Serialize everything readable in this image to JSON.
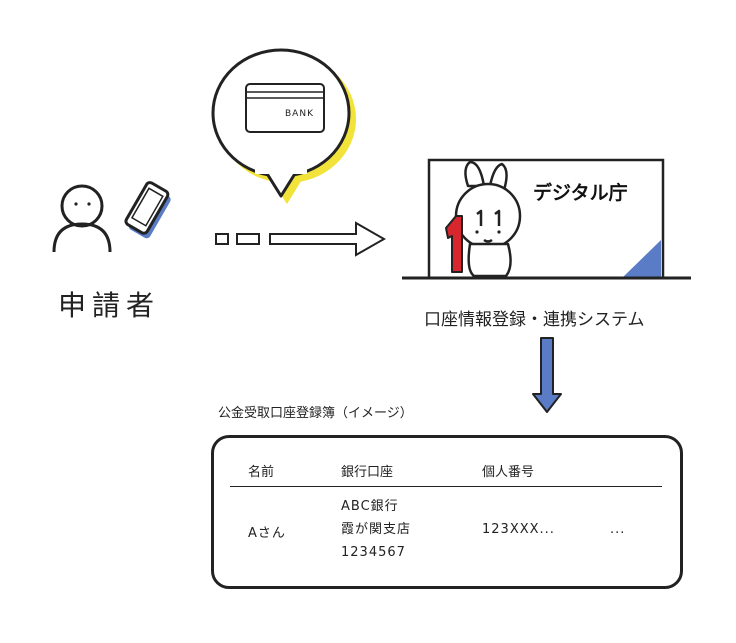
{
  "applicant": {
    "label": "申請者"
  },
  "card": {
    "text": "BANK"
  },
  "agency": {
    "name": "デジタル庁",
    "mascot_number": "1"
  },
  "system": {
    "label": "口座情報登録・連携システム"
  },
  "ledger": {
    "title": "公金受取口座登録簿（イメージ）",
    "headers": [
      "名前",
      "銀行口座",
      "個人番号"
    ],
    "row": {
      "name": "Aさん",
      "bank_line1": "ABC銀行",
      "bank_line2": "霞が関支店",
      "bank_line3": "1234567",
      "my_number": "123XXX...",
      "more": "..."
    }
  },
  "colors": {
    "ink": "#222222",
    "accent_yellow": "#F2E33A",
    "accent_blue": "#5A7CC6",
    "mascot_red": "#D7262D"
  }
}
